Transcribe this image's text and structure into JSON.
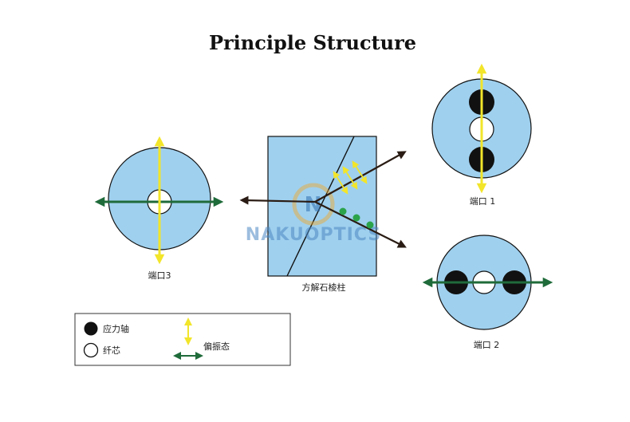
{
  "title": "Principle Structure",
  "ports": {
    "port1": "端口 1",
    "port2": "端口 2",
    "port3": "端口3"
  },
  "prism_label": "方解石棱柱",
  "legend": {
    "stress_rod": "应力轴",
    "fiber_core": "纤芯",
    "polarization": "偏振态"
  },
  "watermark": {
    "logo_letter": "N",
    "text": "NAKUOPTICS"
  },
  "colors": {
    "fiber_blue": "#9fd0ee",
    "arrow_yellow": "#f2e52a",
    "arrow_green": "#1f6b3a",
    "ray_dark": "#2a1c14",
    "stress_black": "#111111"
  }
}
